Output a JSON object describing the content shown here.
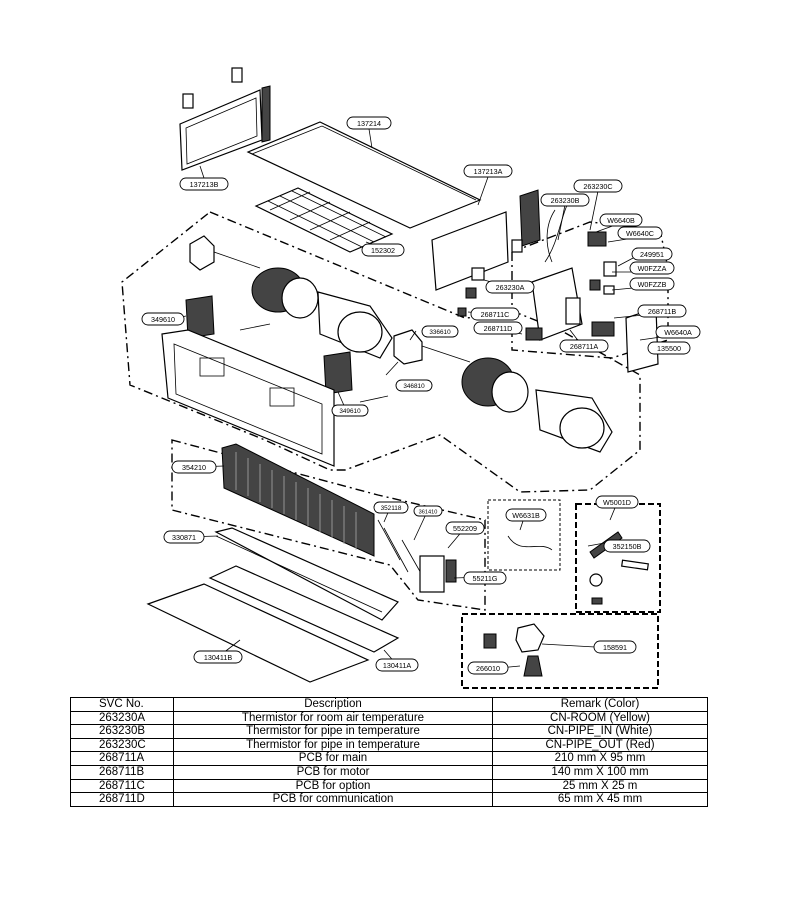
{
  "diagram": {
    "part_labels": [
      {
        "id": "137214",
        "text": "137214"
      },
      {
        "id": "137213B",
        "text": "137213B"
      },
      {
        "id": "137213A",
        "text": "137213A"
      },
      {
        "id": "152302",
        "text": "152302"
      },
      {
        "id": "263230C",
        "text": "263230C"
      },
      {
        "id": "263230B",
        "text": "263230B"
      },
      {
        "id": "W6640B",
        "text": "W6640B"
      },
      {
        "id": "W6640C",
        "text": "W6640C"
      },
      {
        "id": "249951",
        "text": "249951"
      },
      {
        "id": "W0FZZA",
        "text": "W0FZZA"
      },
      {
        "id": "W0FZZB",
        "text": "W0FZZB"
      },
      {
        "id": "263230A",
        "text": "263230A"
      },
      {
        "id": "268711B",
        "text": "268711B"
      },
      {
        "id": "268711C",
        "text": "268711C"
      },
      {
        "id": "268711D",
        "text": "268711D"
      },
      {
        "id": "W6640A",
        "text": "W6640A"
      },
      {
        "id": "268711A",
        "text": "268711A"
      },
      {
        "id": "135500",
        "text": "135500"
      },
      {
        "id": "349610-a",
        "text": "349610"
      },
      {
        "id": "336610",
        "text": "336610"
      },
      {
        "id": "346810",
        "text": "346810"
      },
      {
        "id": "349610-b",
        "text": "349610"
      },
      {
        "id": "354210",
        "text": "354210"
      },
      {
        "id": "352118",
        "text": "352118"
      },
      {
        "id": "361410",
        "text": "361410"
      },
      {
        "id": "W6631B",
        "text": "W6631B"
      },
      {
        "id": "552209",
        "text": "552209"
      },
      {
        "id": "W5001D",
        "text": "W5001D"
      },
      {
        "id": "330871",
        "text": "330871"
      },
      {
        "id": "352150B",
        "text": "352150B"
      },
      {
        "id": "55211G",
        "text": "55211G"
      },
      {
        "id": "158591",
        "text": "158591"
      },
      {
        "id": "130411B",
        "text": "130411B"
      },
      {
        "id": "266010",
        "text": "266010"
      },
      {
        "id": "130411A",
        "text": "130411A"
      }
    ]
  },
  "table": {
    "headers": [
      "SVC No.",
      "Description",
      "Remark (Color)"
    ],
    "rows": [
      [
        "263230A",
        "Thermistor for room air temperature",
        "CN-ROOM (Yellow)"
      ],
      [
        "263230B",
        "Thermistor for pipe in temperature",
        "CN-PIPE_IN (White)"
      ],
      [
        "263230C",
        "Thermistor for pipe in temperature",
        "CN-PIPE_OUT (Red)"
      ],
      [
        "268711A",
        "PCB for main",
        "210 mm X 95 mm"
      ],
      [
        "268711B",
        "PCB for motor",
        "140 mm X 100 mm"
      ],
      [
        "268711C",
        "PCB for option",
        "25 mm X 25 m"
      ],
      [
        "268711D",
        "PCB for communication",
        "65 mm X 45 mm"
      ]
    ]
  }
}
